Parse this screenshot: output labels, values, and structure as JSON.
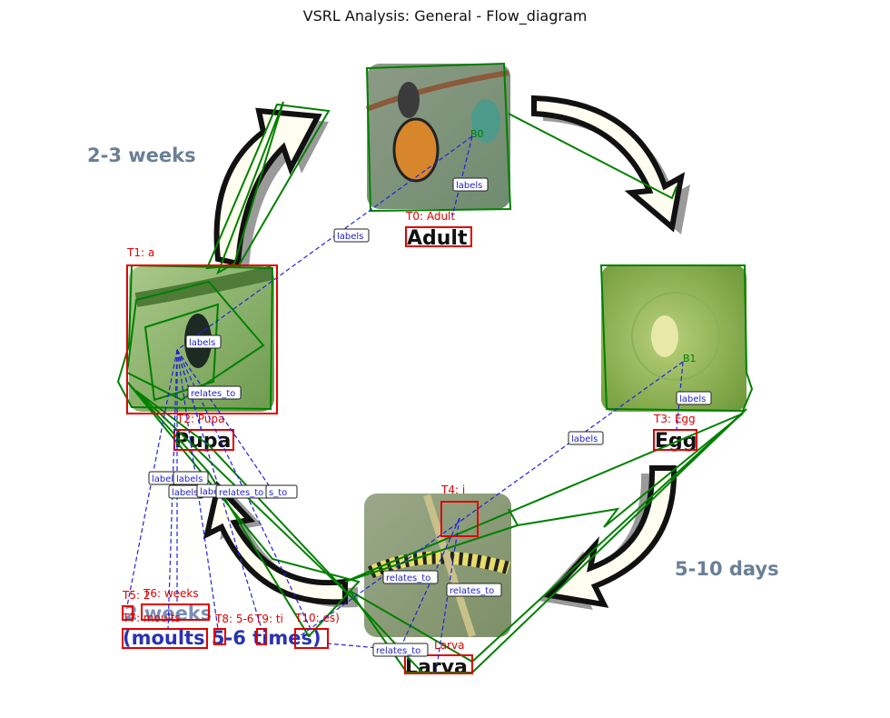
{
  "title": "VSRL Analysis: General - Flow_diagram",
  "photos": {
    "adult": "adult-butterfly-photo",
    "egg": "egg-on-leaf-photo",
    "larva": "caterpillar-photo",
    "pupa": "chrysalis-photo"
  },
  "base_labels": {
    "adult": "Adult",
    "egg": "Egg",
    "larva": "Larva",
    "pupa": "Pupa",
    "weeks_top": "2-3 weeks",
    "days_right": "5-10 days",
    "weeks_bottom": "2 weeks",
    "moults": "(moults 5-6 times)"
  },
  "text_boxes": [
    {
      "id": "T0",
      "tag": "T0: Adult"
    },
    {
      "id": "T1",
      "tag": "T1: a"
    },
    {
      "id": "T2",
      "tag": "T2: Pupa"
    },
    {
      "id": "T3",
      "tag": "T3: Egg"
    },
    {
      "id": "T4",
      "tag": "T4: i"
    },
    {
      "id": "T5",
      "tag": "T5: 2"
    },
    {
      "id": "T6",
      "tag": "T6: weeks"
    },
    {
      "id": "T7",
      "tag": "T7: moults"
    },
    {
      "id": "T8",
      "tag": "T8: 5-6"
    },
    {
      "id": "T9",
      "tag": "T9: ti"
    },
    {
      "id": "T10",
      "tag": "T10: es)"
    },
    {
      "id": "T11",
      "tag": "Larva"
    }
  ],
  "blob_labels": {
    "b0": "B0",
    "b1": "B1"
  },
  "relations": {
    "labels": "labels",
    "relates_to": "relates_to",
    "labels_partial": "labe",
    "relates_partial": "s_to"
  },
  "colors": {
    "text_box": "#e00000",
    "blob": "#008000",
    "relation": "#2222dd",
    "arrow_fill": "#fffdf0",
    "gray_text": "#6a7f96"
  }
}
